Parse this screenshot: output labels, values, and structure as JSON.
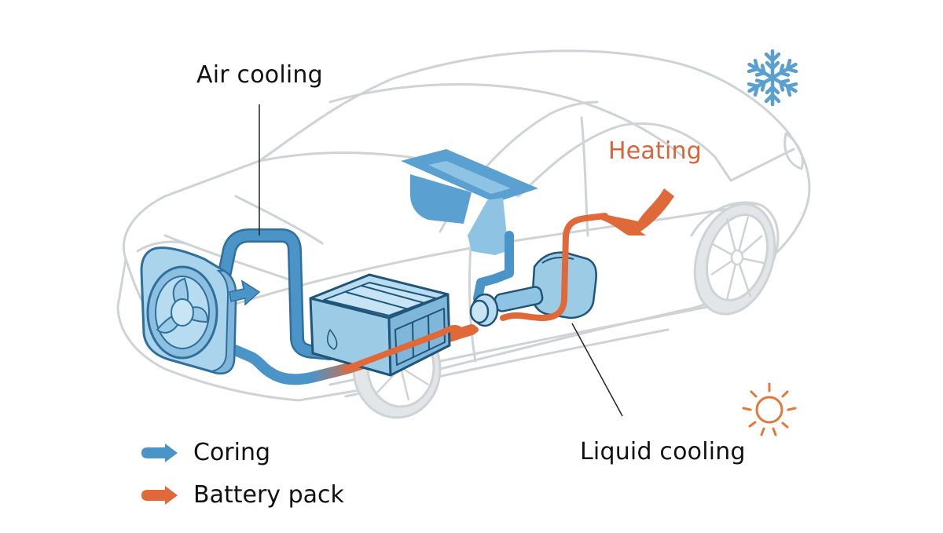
{
  "diagram": {
    "subject": "Electric vehicle battery thermal management",
    "labels": {
      "air_cooling": "Air cooling",
      "heating": "Heating",
      "liquid_cooling": "Liquid cooling"
    },
    "legend": [
      {
        "label": "Coring",
        "color": "#4b94c8",
        "icon": "arrow-right-icon"
      },
      {
        "label": "Battery pack",
        "color": "#e0693a",
        "icon": "arrow-right-icon"
      }
    ],
    "icons": {
      "cold": {
        "name": "snowflake-icon",
        "color": "#5a9fd0"
      },
      "hot": {
        "name": "sun-icon",
        "color": "#e07a3a"
      }
    },
    "components": [
      "radiator-fan",
      "air-duct",
      "battery-pack",
      "hvac-unit",
      "pump",
      "motor",
      "heater-hose"
    ],
    "colors": {
      "cooling_blue": "#4b94c8",
      "component_fill": "#a9d2ea",
      "heating_orange": "#e0693a",
      "car_outline": "#cfd3d6"
    }
  }
}
